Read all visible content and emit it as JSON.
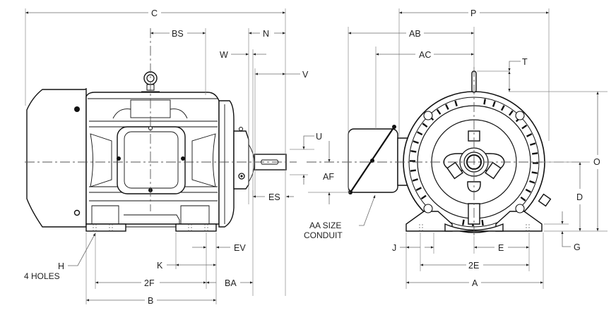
{
  "diagram": {
    "title": "Electric motor outline dimensions",
    "views": [
      "side-view",
      "drive-end-view"
    ],
    "dimension_labels": {
      "C": "C",
      "BS": "BS",
      "N": "N",
      "W": "W",
      "V": "V",
      "U": "U",
      "AF": "AF",
      "ES": "ES",
      "EV": "EV",
      "K": "K",
      "2F": "2F",
      "BA": "BA",
      "B": "B",
      "H": "H",
      "H_note": "4 HOLES",
      "P": "P",
      "AB": "AB",
      "AC": "AC",
      "T": "T",
      "O": "O",
      "D": "D",
      "G": "G",
      "J": "J",
      "E": "E",
      "2E": "2E",
      "A": "A",
      "AA_line1": "AA SIZE",
      "AA_line2": "CONDUIT"
    },
    "line_color": "#111111",
    "dimension_line_color": "#6a6a6a"
  }
}
